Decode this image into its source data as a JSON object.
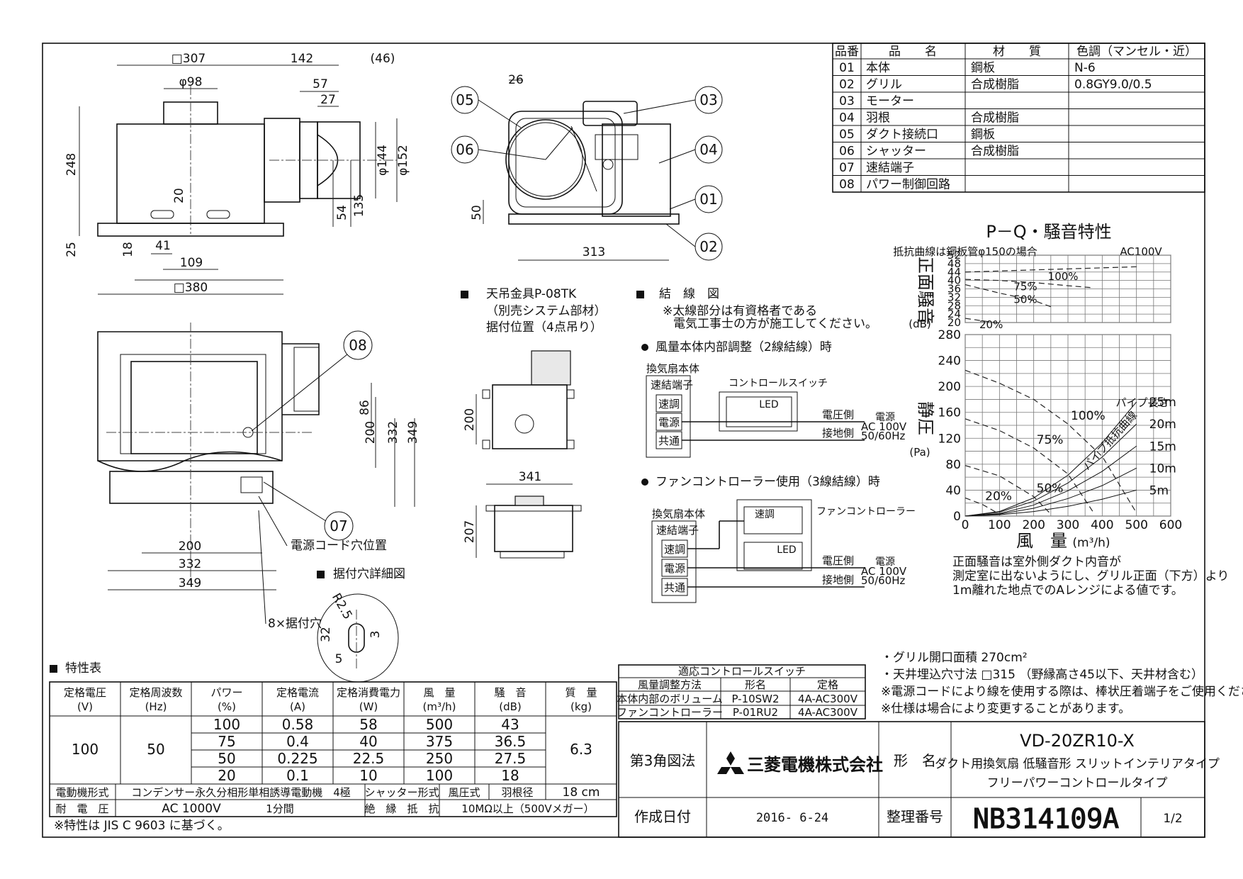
{
  "parts_table": {
    "headers": [
      "品番",
      "品　　名",
      "材　　質",
      "色調（マンセル・近）"
    ],
    "rows": [
      {
        "no": "01",
        "name": "本体",
        "material": "鋼板",
        "color": "N-6"
      },
      {
        "no": "02",
        "name": "グリル",
        "material": "合成樹脂",
        "color": "0.8GY9.0/0.5"
      },
      {
        "no": "03",
        "name": "モーター",
        "material": "",
        "color": ""
      },
      {
        "no": "04",
        "name": "羽根",
        "material": "合成樹脂",
        "color": ""
      },
      {
        "no": "05",
        "name": "ダクト接続口",
        "material": "鋼板",
        "color": ""
      },
      {
        "no": "06",
        "name": "シャッター",
        "material": "合成樹脂",
        "color": ""
      },
      {
        "no": "07",
        "name": "速結端子",
        "material": "",
        "color": ""
      },
      {
        "no": "08",
        "name": "パワー制御回路",
        "material": "",
        "color": ""
      }
    ]
  },
  "side_view": {
    "dims": [
      "□307",
      "142",
      "(46)",
      "φ98",
      "57",
      "27",
      "φ144",
      "φ152",
      "248",
      "20",
      "54",
      "135",
      "25",
      "18",
      "41",
      "109",
      "□380"
    ]
  },
  "front_view": {
    "dims": [
      "26",
      "50",
      "313"
    ],
    "callouts": [
      "05",
      "06",
      "03",
      "04",
      "01",
      "02"
    ]
  },
  "bottom_view": {
    "dims": [
      "86",
      "200",
      "332",
      "349",
      "200",
      "332",
      "349"
    ],
    "callouts": [
      "08",
      "07"
    ],
    "cord_label": "電源コード穴位置",
    "hole_label": "8×据付穴"
  },
  "hanger": {
    "title": "天吊金具P-08TK",
    "note1": "（別売システム部材）",
    "note2": "据付位置（4点吊り）",
    "dims": [
      "200",
      "341",
      "207"
    ]
  },
  "hole_detail": {
    "title": "据付穴詳細図",
    "dims": [
      "R2.5",
      "3",
      "32",
      "5"
    ]
  },
  "wiring": {
    "title": "結　線　図",
    "note1": "※太線部分は有資格者である",
    "note2": "電気工事士の方が施工してください。",
    "case1_title": "風量本体内部調整（2線結線）時",
    "case2_title": "ファンコントローラー使用（3線結線）時",
    "body_label": "換気扇本体",
    "terminal_label": "速結端子",
    "terminals": [
      "速調",
      "電源",
      "共通"
    ],
    "switch_label": "コントロールスイッチ",
    "controller_label": "ファンコントローラー",
    "speed_label": "速調",
    "led_label": "LED",
    "volt_side": "電圧側",
    "ground_side": "接地側",
    "power_label": "電源",
    "power_spec": "AC 100V",
    "power_freq": "50/60Hz"
  },
  "pq_chart": {
    "title": "P－Q・騒音特性",
    "subtitle": "抵抗曲線は鋼板管φ150の場合",
    "supply": "AC100V",
    "noise_axis_label": "正面騒音",
    "noise_unit": "(dB)",
    "pressure_axis_label": "静圧",
    "pressure_unit": "(Pa)",
    "x_axis_label": "風　量",
    "x_unit": "(m³/h)",
    "pipe_label": "パイプ長さ",
    "resistance_label": "パイプ抵抗曲線",
    "notes": [
      "正面騒音は室外側ダクト内音が",
      "測定室に出ないようにし、グリル正面（下方）より",
      "1m離れた地点でのAレンジによる値です。"
    ]
  },
  "chart_data": {
    "type": "line",
    "title": "P－Q・騒音特性",
    "xlabel": "風量 (m³/h)",
    "ylabel": "静圧 (Pa)",
    "xlim": [
      0,
      600
    ],
    "ylim": [
      0,
      280
    ],
    "x_ticks": [
      "0",
      "100",
      "200",
      "300",
      "400",
      "500",
      "600"
    ],
    "y_ticks": [
      "0",
      "40",
      "80",
      "120",
      "160",
      "200",
      "240",
      "280"
    ],
    "series": [
      {
        "name": "100%",
        "x": [
          0,
          100,
          200,
          300,
          400,
          500
        ],
        "y": [
          225,
          205,
          180,
          142,
          92,
          5
        ]
      },
      {
        "name": "75%",
        "x": [
          0,
          100,
          200,
          300,
          375
        ],
        "y": [
          150,
          132,
          105,
          65,
          5
        ]
      },
      {
        "name": "50%",
        "x": [
          0,
          100,
          200,
          250
        ],
        "y": [
          78,
          62,
          30,
          3
        ]
      },
      {
        "name": "20%",
        "x": [
          0,
          50,
          100
        ],
        "y": [
          28,
          18,
          3
        ]
      }
    ],
    "pipe_curves": [
      {
        "name": "25m",
        "x": [
          0,
          100,
          200,
          300,
          400,
          500
        ],
        "y": [
          0,
          7,
          28,
          63,
          113,
          176
        ]
      },
      {
        "name": "20m",
        "x": [
          0,
          100,
          200,
          300,
          400,
          500
        ],
        "y": [
          0,
          6,
          23,
          51,
          91,
          142
        ]
      },
      {
        "name": "15m",
        "x": [
          0,
          100,
          200,
          300,
          400,
          500
        ],
        "y": [
          0,
          4,
          17,
          39,
          69,
          108
        ]
      },
      {
        "name": "10m",
        "x": [
          0,
          100,
          200,
          300,
          400,
          500
        ],
        "y": [
          0,
          3,
          12,
          27,
          47,
          74
        ]
      },
      {
        "name": "5m",
        "x": [
          0,
          100,
          200,
          300,
          400,
          500
        ],
        "y": [
          0,
          2,
          7,
          15,
          26,
          40
        ]
      }
    ],
    "noise_chart": {
      "y_ticks": [
        "52",
        "48",
        "44",
        "40",
        "36",
        "32",
        "28",
        "24",
        "20"
      ],
      "ylim": [
        20,
        52
      ],
      "series": [
        {
          "name": "100%",
          "x": [
            0,
            100,
            200,
            300,
            400,
            500
          ],
          "y": [
            44,
            44.5,
            45,
            45.5,
            46,
            46.5
          ]
        },
        {
          "name": "75%",
          "x": [
            0,
            100,
            200,
            300,
            375
          ],
          "y": [
            40.5,
            40,
            39,
            37.5,
            36.5
          ]
        },
        {
          "name": "50%",
          "x": [
            0,
            100,
            200,
            250
          ],
          "y": [
            38,
            34,
            30.5,
            27.5
          ]
        },
        {
          "name": "20%",
          "x": [
            0,
            50,
            100
          ],
          "y": [
            22,
            20.8,
            19.8
          ]
        }
      ]
    }
  },
  "spec_table": {
    "title": "特性表",
    "headers": [
      [
        "定格電圧",
        "(V)"
      ],
      [
        "定格周波数",
        "(Hz)"
      ],
      [
        "パワー",
        "(%)"
      ],
      [
        "定格電流",
        "(A)"
      ],
      [
        "定格消費電力",
        "(W)"
      ],
      [
        "風　量",
        "(m³/h)"
      ],
      [
        "騒　音",
        "(dB)"
      ],
      [
        "質　量",
        "(kg)"
      ]
    ],
    "voltage": "100",
    "frequency": "50",
    "mass": "6.3",
    "rows": [
      {
        "power": "100",
        "current": "0.58",
        "watt": "58",
        "flow": "500",
        "noise": "43"
      },
      {
        "power": "75",
        "current": "0.4",
        "watt": "40",
        "flow": "375",
        "noise": "36.5"
      },
      {
        "power": "50",
        "current": "0.225",
        "watt": "22.5",
        "flow": "250",
        "noise": "27.5"
      },
      {
        "power": "20",
        "current": "0.1",
        "watt": "10",
        "flow": "100",
        "noise": "18"
      }
    ],
    "motor_label": "電動機形式",
    "motor_value": "コンデンサー永久分相形単相誘導電動機　4極",
    "shutter_label": "シャッター形式",
    "shutter_value": "風圧式",
    "blade_label": "羽根径",
    "blade_value": "18 cm",
    "withstand_label": "耐　電　圧",
    "withstand_value": "AC 1000V",
    "withstand_time": "1分間",
    "insulation_label": "絶　縁　抵　抗",
    "insulation_value": "10MΩ以上（500Vメガー）",
    "footnote": "※特性は JIS C 9603 に基づく。"
  },
  "control_switch": {
    "title": "適応コントロールスイッチ",
    "headers": [
      "風量調整方法",
      "形名",
      "定格"
    ],
    "rows": [
      {
        "method": "本体内部のボリューム",
        "model": "P-10SW2",
        "rating": "4A-AC300V"
      },
      {
        "method": "ファンコントローラー",
        "model": "P-01RU2",
        "rating": "4A-AC300V"
      }
    ]
  },
  "notes": [
    "・グリル開口面積 270cm²",
    "・天井埋込穴寸法 □315 （野縁高さ45以下、天井材含む）",
    "※電源コードにより線を使用する際は、棒状圧着端子をご使用ください。",
    "※仕様は場合により変更することがあります。"
  ],
  "title_block": {
    "projection": "第3角図法",
    "company": "三菱電機株式会社",
    "model_label": "形　名",
    "model": "VD-20ZR10-X",
    "description1": "ダクト用換気扇 低騒音形 スリットインテリアタイプ",
    "description2": "フリーパワーコントロールタイプ",
    "date_label": "作成日付",
    "date": "2016- 6-24",
    "number_label": "整理番号",
    "number": "NB314109A",
    "page": "1/2"
  },
  "colors": {
    "line": "#111111",
    "background": "#ffffff",
    "grid": "#777777"
  }
}
